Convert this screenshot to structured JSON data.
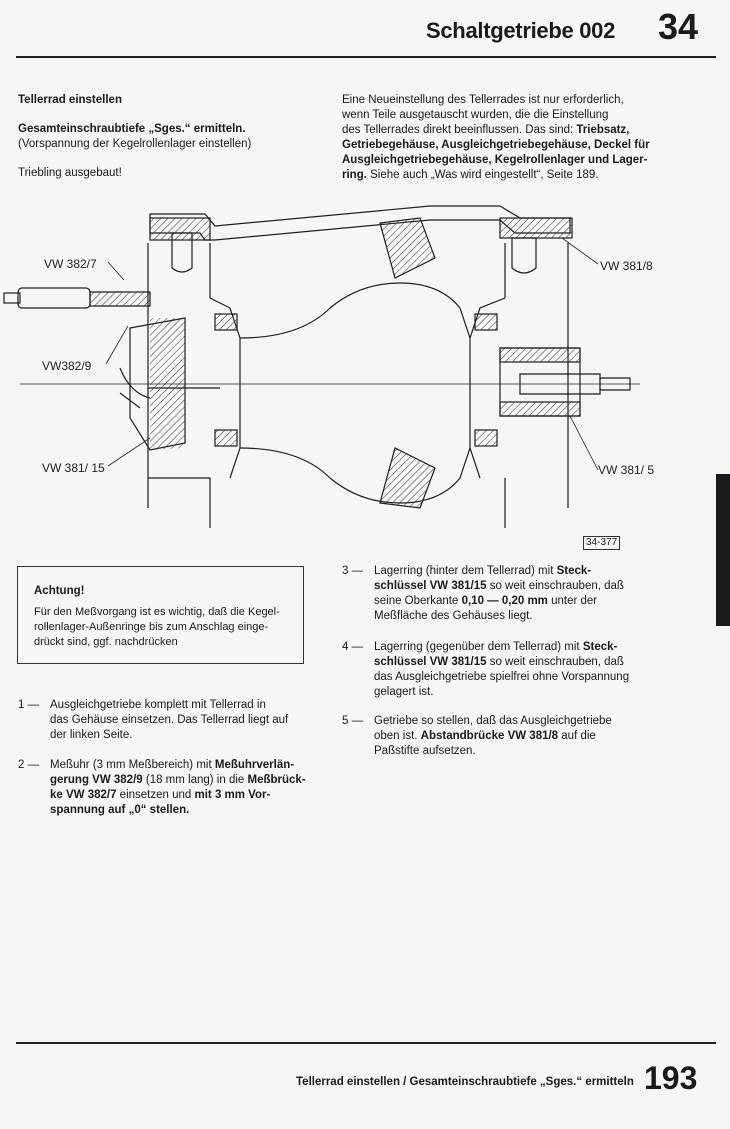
{
  "header": {
    "title": "Schaltgetriebe 002",
    "section_number": "34"
  },
  "left_column": {
    "heading": "Tellerrad einstellen",
    "subheading": "Gesamteinschraubtiefe „Sges.“ ermitteln.",
    "subheading_note": "(Vorspannung der Kegelrollenlager einstellen)",
    "precondition": "Triebling ausgebaut!"
  },
  "right_column": {
    "line1": "Eine Neueinstellung des Tellerrades ist nur erforderlich,",
    "line2": "wenn Teile ausgetauscht wurden, die die Einstellung",
    "line3_plain": "des Tellerrades direkt beeinflussen. Das sind: ",
    "line3_bold": "Triebsatz,",
    "line4_bold": "Getriebegehäuse, Ausgleichgetriebegehäuse, Deckel für",
    "line5_bold": "Ausgleichgetriebegehäuse, Kegelrollenlager und Lager-",
    "line6_bold": "ring.",
    "line6_plain": " Siehe auch „Was wird eingestellt“, Seite 189."
  },
  "figure": {
    "labels": {
      "vw382_7": "VW 382/7",
      "vw382_9": "VW382/9",
      "vw381_15": "VW 381/ 15",
      "vw381_8": "VW 381/8",
      "vw381_5": "VW 381/ 5"
    },
    "figure_id": "34-377"
  },
  "notice": {
    "title": "Achtung!",
    "l1": "Für den Meßvorgang ist es wichtig, daß die Kegel-",
    "l2": "rollenlager-Außenringe bis zum Anschlag einge-",
    "l3": "drückt sind, ggf. nachdrücken"
  },
  "steps": [
    {
      "num": "1 —",
      "l1": "Ausgleichgetriebe komplett mit Tellerrad in",
      "l2": "das Gehäuse einsetzen. Das Tellerrad liegt auf",
      "l3": "der linken Seite."
    },
    {
      "num": "2 —",
      "l1a": "Meßuhr (3 mm Meßbereich) mit ",
      "l1b": "Meßuhrverlän-",
      "l2a": "gerung VW 382/9",
      "l2b": " (18 mm lang) in die ",
      "l2c": "Meßbrück-",
      "l3a": "ke VW 382/7",
      "l3b": " einsetzen und ",
      "l3c": "mit 3 mm Vor-",
      "l4": "spannung auf „0“ stellen."
    },
    {
      "num": "3 —",
      "l1a": "Lagerring (hinter dem Tellerrad) mit ",
      "l1b": "Steck-",
      "l2a": "schlüssel VW 381/15",
      "l2b": " so weit einschrauben, daß",
      "l3a": "seine Oberkante ",
      "l3b": "0,10 — 0,20 mm",
      "l3c": " unter der",
      "l4": "Meßfläche des Gehäuses liegt."
    },
    {
      "num": "4 —",
      "l1a": "Lagerring (gegenüber dem Tellerrad) mit ",
      "l1b": "Steck-",
      "l2a": "schlüssel VW 381/15",
      "l2b": " so weit einschrauben, daß",
      "l3": "das Ausgleichgetriebe spielfrei ohne Vorspannung",
      "l4": "gelagert ist."
    },
    {
      "num": "5 —",
      "l1": "Getriebe so stellen, daß das Ausgleichgetriebe",
      "l2a": "oben ist. ",
      "l2b": "Abstandbrücke VW 381/8",
      "l2c": " auf die",
      "l3": "Paßstifte aufsetzen."
    }
  ],
  "footer": {
    "caption": "Tellerrad einstellen / Gesamteinschraubtiefe „Sges.“ ermitteln",
    "page_number": "193"
  }
}
